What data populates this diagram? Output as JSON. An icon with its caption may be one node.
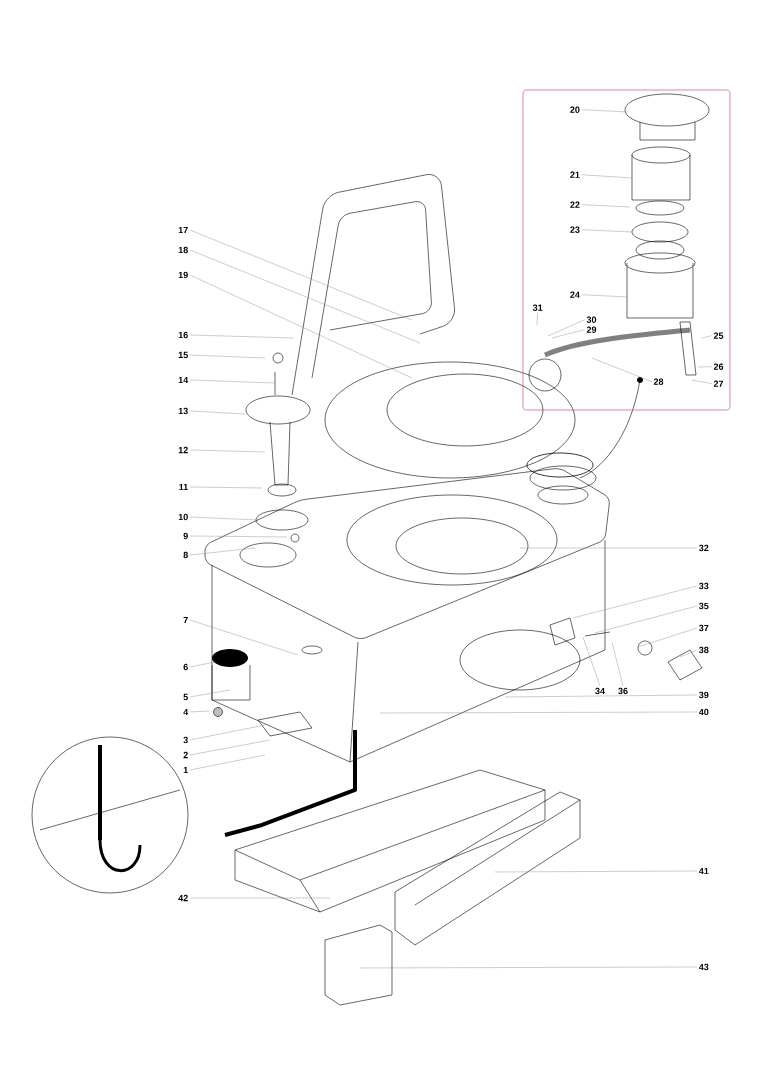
{
  "diagram": {
    "nodes": [
      {
        "text": [],
        "shape": "box"
      },
      {
        "text": [
          "1"
        ]
      },
      {
        "text": [
          "2"
        ]
      },
      {
        "text": [
          "3"
        ]
      },
      {
        "text": [
          "4"
        ]
      },
      {
        "text": [
          "5"
        ]
      },
      {
        "text": [
          "6"
        ]
      },
      {
        "text": [
          "7"
        ]
      },
      {
        "text": [
          "8"
        ]
      },
      {
        "text": [
          "9"
        ]
      },
      {
        "text": [
          "10"
        ]
      },
      {
        "text": [
          "11"
        ]
      },
      {
        "text": [
          "12"
        ]
      },
      {
        "text": [
          "13"
        ]
      },
      {
        "text": [
          "14"
        ]
      },
      {
        "text": [
          "15"
        ]
      },
      {
        "text": [
          "16"
        ]
      },
      {
        "text": [
          "17"
        ]
      },
      {
        "text": [
          "18"
        ]
      },
      {
        "text": [
          "19"
        ]
      },
      {
        "text": [
          "20"
        ],
        "in": 0
      },
      {
        "text": [
          "21"
        ],
        "in": 0
      },
      {
        "text": [
          "22"
        ],
        "in": 0
      },
      {
        "text": [
          "23"
        ],
        "in": 0
      },
      {
        "text": [
          "24"
        ],
        "in": 0
      },
      {
        "text": [
          "25"
        ],
        "in": 0
      },
      {
        "text": [
          "26"
        ],
        "in": 0
      },
      {
        "text": [
          "27"
        ],
        "in": 0
      },
      {
        "text": [
          "28"
        ],
        "in": 0
      },
      {
        "text": [
          "29"
        ],
        "in": 0
      },
      {
        "text": [
          "30"
        ],
        "in": 0
      },
      {
        "text": [
          "31"
        ],
        "in": 0
      },
      {
        "text": [
          "32"
        ]
      },
      {
        "text": [
          "33"
        ]
      },
      {
        "text": [
          "34"
        ]
      },
      {
        "text": [
          "35"
        ]
      },
      {
        "text": [
          "36"
        ]
      },
      {
        "text": [
          "37"
        ]
      },
      {
        "text": [
          "38"
        ]
      },
      {
        "text": [
          "39"
        ]
      },
      {
        "text": [
          "40"
        ]
      },
      {
        "text": [
          "41"
        ]
      },
      {
        "text": [
          "42"
        ]
      },
      {
        "text": [
          "43"
        ]
      }
    ],
    "edges": [
      {
        "from": 1,
        "to": null,
        "arrow": "none"
      },
      {
        "from": 2,
        "to": null,
        "arrow": "none"
      },
      {
        "from": 3,
        "to": null,
        "arrow": "none"
      },
      {
        "from": 4,
        "to": null,
        "arrow": "none"
      },
      {
        "from": 5,
        "to": null,
        "arrow": "none"
      },
      {
        "from": 6,
        "to": null,
        "arrow": "none"
      },
      {
        "from": 7,
        "to": null,
        "arrow": "none"
      },
      {
        "from": 8,
        "to": null,
        "arrow": "none"
      },
      {
        "from": 9,
        "to": null,
        "arrow": "none"
      },
      {
        "from": 10,
        "to": null,
        "arrow": "none"
      },
      {
        "from": 11,
        "to": null,
        "arrow": "none"
      },
      {
        "from": 12,
        "to": null,
        "arrow": "none"
      },
      {
        "from": 13,
        "to": null,
        "arrow": "none"
      },
      {
        "from": 14,
        "to": null,
        "arrow": "none"
      },
      {
        "from": 15,
        "to": null,
        "arrow": "none"
      },
      {
        "from": 16,
        "to": null,
        "arrow": "none"
      },
      {
        "from": 17,
        "to": null,
        "arrow": "none"
      },
      {
        "from": 18,
        "to": null,
        "arrow": "none"
      },
      {
        "from": 19,
        "to": null,
        "arrow": "none"
      },
      {
        "from": 20,
        "to": null,
        "arrow": "none"
      },
      {
        "from": 21,
        "to": null,
        "arrow": "none"
      },
      {
        "from": 22,
        "to": null,
        "arrow": "none"
      },
      {
        "from": 23,
        "to": null,
        "arrow": "none"
      },
      {
        "from": 24,
        "to": null,
        "arrow": "none"
      },
      {
        "from": 25,
        "to": null,
        "arrow": "none"
      },
      {
        "from": 26,
        "to": null,
        "arrow": "none"
      },
      {
        "from": 27,
        "to": null,
        "arrow": "none"
      },
      {
        "from": 28,
        "to": null,
        "arrow": "none"
      },
      {
        "from": 29,
        "to": null,
        "arrow": "none"
      },
      {
        "from": 30,
        "to": null,
        "arrow": "none"
      },
      {
        "from": 31,
        "to": null,
        "arrow": "none"
      },
      {
        "from": 32,
        "to": null,
        "arrow": "none"
      },
      {
        "from": 33,
        "to": null,
        "arrow": "none"
      },
      {
        "from": 34,
        "to": null,
        "arrow": "none"
      },
      {
        "from": 35,
        "to": null,
        "arrow": "none"
      },
      {
        "from": 36,
        "to": null,
        "arrow": "none"
      },
      {
        "from": 37,
        "to": null,
        "arrow": "none"
      },
      {
        "from": 38,
        "to": null,
        "arrow": "none"
      },
      {
        "from": 39,
        "to": null,
        "arrow": "none"
      },
      {
        "from": 40,
        "to": null,
        "arrow": "none"
      },
      {
        "from": 41,
        "to": null,
        "arrow": "none"
      },
      {
        "from": 42,
        "to": null,
        "arrow": "none"
      },
      {
        "from": 43,
        "to": null,
        "arrow": "none"
      }
    ]
  }
}
